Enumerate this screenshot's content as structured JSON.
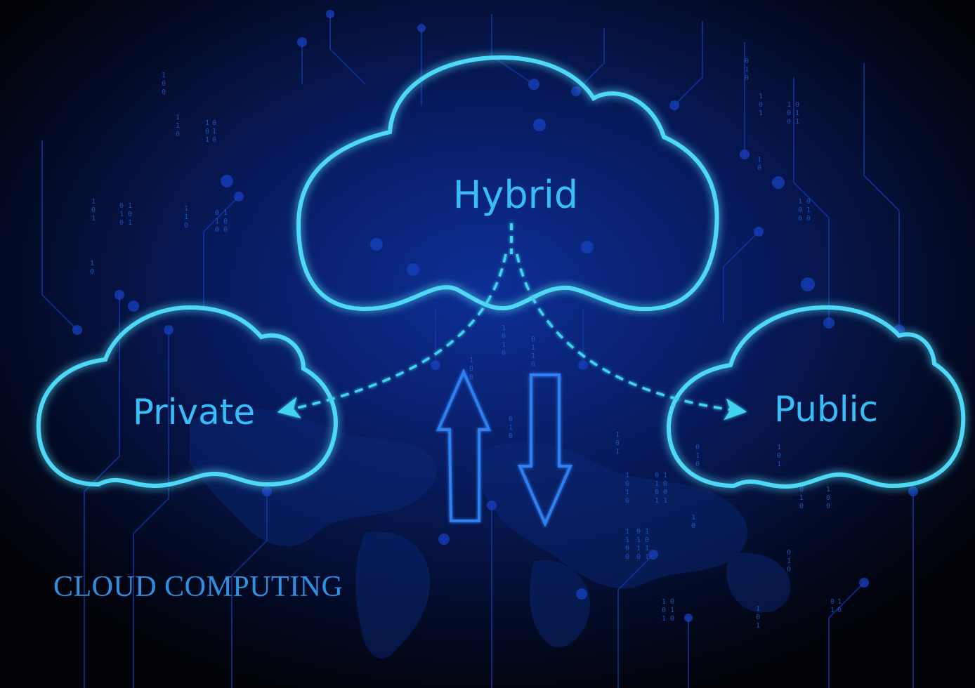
{
  "title": "CLOUD COMPUTING",
  "clouds": {
    "hybrid": "Hybrid",
    "private": "Private",
    "public": "Public"
  },
  "colors": {
    "background": "#020610",
    "glow": "#0b2c8a",
    "cloud_outline": "#4fd8f5",
    "label": "#38bdf8",
    "connector": "#43d3f0",
    "arrow": "#2f7ff0",
    "title": "#2f8fe0"
  },
  "icons": [
    "cloud-outline",
    "dashed-connector-arrow",
    "upload-arrow",
    "download-arrow",
    "circuit-pattern",
    "binary-digits",
    "world-map"
  ]
}
